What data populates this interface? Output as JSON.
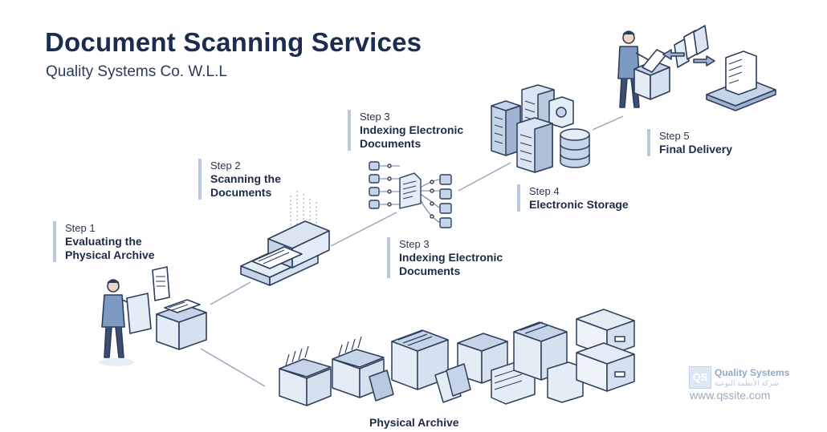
{
  "header": {
    "title": "Document Scanning Services",
    "subtitle": "Quality Systems Co. W.L.L"
  },
  "steps": [
    {
      "num": "Step 1",
      "name": "Evaluating the Physical Archive"
    },
    {
      "num": "Step 2",
      "name": "Scanning the Documents"
    },
    {
      "num": "Step 3",
      "name": "Indexing Electronic Documents"
    },
    {
      "num": "Step 3",
      "name": "Indexing Electronic Documents"
    },
    {
      "num": "Step 4",
      "name": "Electronic Storage"
    },
    {
      "num": "Step 5",
      "name": "Final Delivery"
    }
  ],
  "archive_caption": "Physical Archive",
  "brand": {
    "logo_mark": "QS",
    "name": "Quality Systems",
    "tagline": "شركة الأنظمة النوعية",
    "website": "www.qssite.com"
  },
  "colors": {
    "ink": "#1b2c4e",
    "outline": "#2c3e5c",
    "light_fill": "#e4ecf6",
    "mid_fill": "#c5d4e8",
    "accent": "#b8c8de"
  }
}
